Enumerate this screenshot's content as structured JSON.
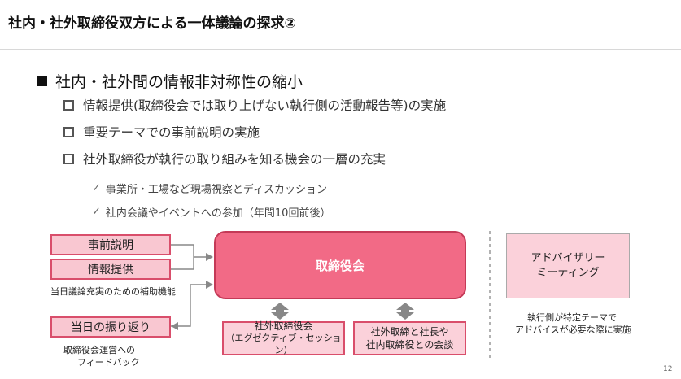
{
  "slide": {
    "title": "社内・社外取締役双方による一体議論の探求②",
    "page_number": "12"
  },
  "main_bullet": "社内・社外間の情報非対称性の縮小",
  "sub_bullets": [
    "情報提供(取締役会では取り上げない執行側の活動報告等)の実施",
    "重要テーマでの事前説明の実施",
    "社外取締役が執行の取り組みを知る機会の一層の充実"
  ],
  "check_items": [
    "事業所・工場など現場視察とディスカッション",
    "社内会議やイベントへの参加（年間10回前後）"
  ],
  "diagram": {
    "left_boxes": {
      "prior_explanation": "事前説明",
      "info_provision": "情報提供",
      "caption_support": "当日議論充実のための補助機能",
      "review": "当日の振り返り",
      "caption_feedback_line1": "取締役会運営への",
      "caption_feedback_line2": "フィードバック"
    },
    "board_box": "取締役会",
    "bottom_boxes": {
      "executive_session_line1": "社外取締役会",
      "executive_session_line2": "（エグゼクティブ・セッション）",
      "meeting_line1": "社外取締と社長や",
      "meeting_line2": "社内取締役との会談"
    },
    "advisory": {
      "line1": "アドバイザリー",
      "line2": "ミーティング",
      "caption_line1": "執行側が特定テーマで",
      "caption_line2": "アドバイスが必要な際に実施"
    }
  },
  "colors": {
    "board_fill": "#f26a86",
    "pink_fill": "#f9c7d1",
    "pink_border": "#d94e6b"
  }
}
